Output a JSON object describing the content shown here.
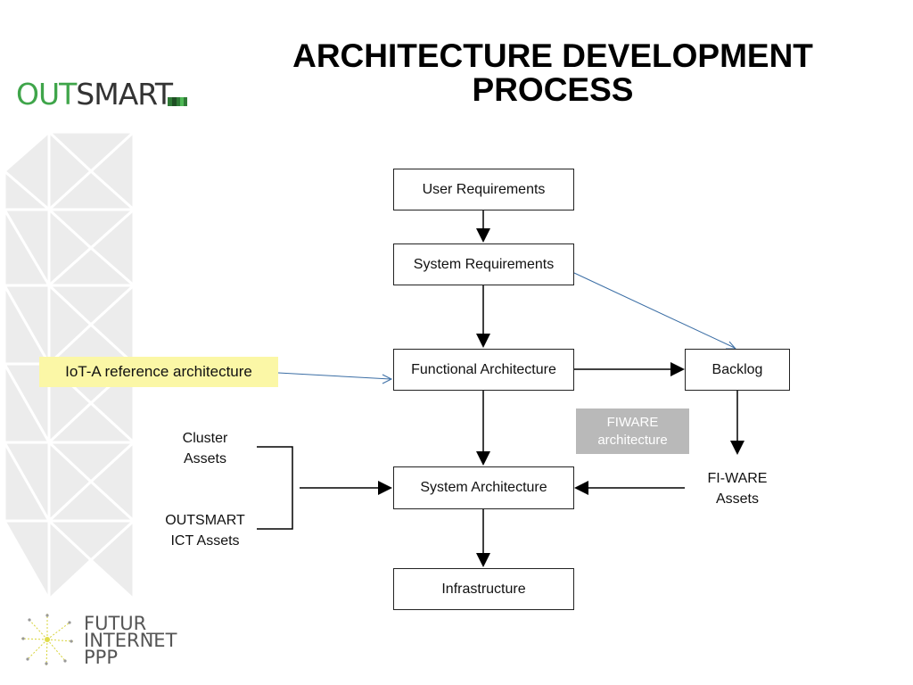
{
  "slide": {
    "title_line1": "ARCHITECTURE DEVELOPMENT",
    "title_line2": "PROCESS"
  },
  "brand": {
    "out": "OUT",
    "smart": "SMART",
    "accent_color": "#3fa54a",
    "icon": "outsmart-logo-mark"
  },
  "diagram": {
    "boxes": {
      "user_requirements": "User Requirements",
      "system_requirements": "System Requirements",
      "functional_architecture": "Functional Architecture",
      "backlog": "Backlog",
      "system_architecture": "System Architecture",
      "infrastructure": "Infrastructure"
    },
    "iot_label": "IoT-A reference architecture",
    "fiware_architecture": [
      "FIWARE",
      "architecture"
    ],
    "cluster_assets": [
      "Cluster",
      "Assets"
    ],
    "outsmart_ict_assets": [
      "OUTSMART",
      "ICT Assets"
    ],
    "fiware_assets": [
      "FI-WARE",
      "Assets"
    ],
    "highlight_color": "#fbf7a6",
    "tag_color": "#b9b9b9",
    "link_color": "#3b6ea5"
  },
  "footer_logo": {
    "line1": "FUTUR_",
    "line2": "INTERNET",
    "line3": "PPP",
    "icon": "future-internet-starburst-icon"
  }
}
